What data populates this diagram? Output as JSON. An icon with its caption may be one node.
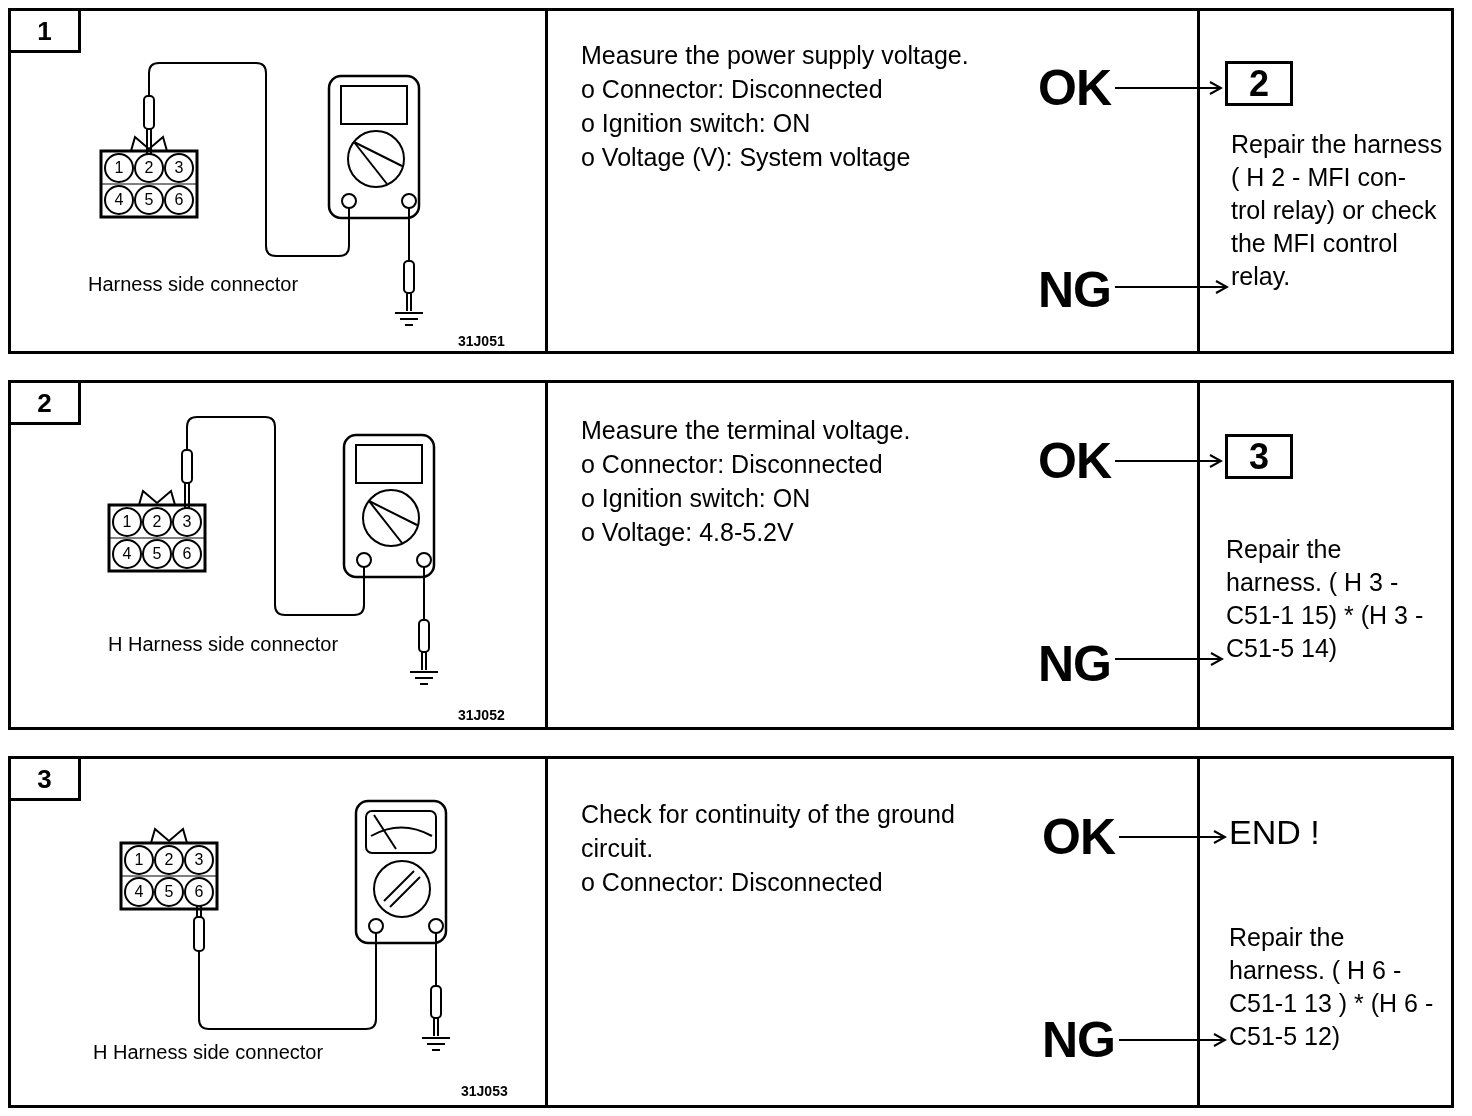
{
  "diagram": {
    "nodes": [
      {
        "text": [
          "1"
        ]
      },
      {
        "text": [
          "OK"
        ]
      },
      {
        "text": [
          "2"
        ]
      },
      {
        "text": [
          "NG"
        ]
      },
      {
        "text": [
          "Repair the harness ( H 2 - MFI con- trol relay) or check the MFI control relay."
        ]
      },
      {
        "text": [
          "2"
        ]
      },
      {
        "text": [
          "OK"
        ]
      },
      {
        "text": [
          "3"
        ]
      },
      {
        "text": [
          "NG"
        ]
      },
      {
        "text": [
          "Repair the harness. ( H 3 - C51-1 15) * (H 3 - C51-5 14)"
        ]
      },
      {
        "text": [
          "3"
        ]
      },
      {
        "text": [
          "OK"
        ]
      },
      {
        "text": [
          "END !"
        ]
      },
      {
        "text": [
          "NG"
        ]
      },
      {
        "text": [
          "Repair the harness. ( H 6 - C51-1 13 ) * (H 6 - C51-5 12)"
        ]
      }
    ],
    "edges": [
      {
        "from": 1,
        "to": 2,
        "arrow": "to"
      },
      {
        "from": 3,
        "to": 4,
        "arrow": "to"
      },
      {
        "from": 6,
        "to": 7,
        "arrow": "to"
      },
      {
        "from": 8,
        "to": 9,
        "arrow": "to"
      },
      {
        "from": 11,
        "to": 12,
        "arrow": "to"
      },
      {
        "from": 13,
        "to": 14,
        "arrow": "to"
      }
    ],
    "labels": [
      "1",
      "2",
      "3",
      "4",
      "5",
      "6",
      "Harness side connector",
      "31J051",
      "Measure the power supply voltage.",
      "o Connector: Disconnected",
      "o Ignition switch: ON",
      "o Voltage (V): System voltage",
      "1",
      "2",
      "3",
      "4",
      "5",
      "6",
      "H Harness side connector",
      "31J052",
      "Measure the terminal voltage.",
      "o Connector: Disconnected",
      "o Ignition switch: ON",
      "o Voltage: 4.8-5.2V",
      "1",
      "2",
      "3",
      "4",
      "5",
      "6",
      "H Harness side connector",
      "31J053",
      "Check for continuity of the ground circuit.",
      "o Connector: Disconnected"
    ]
  }
}
